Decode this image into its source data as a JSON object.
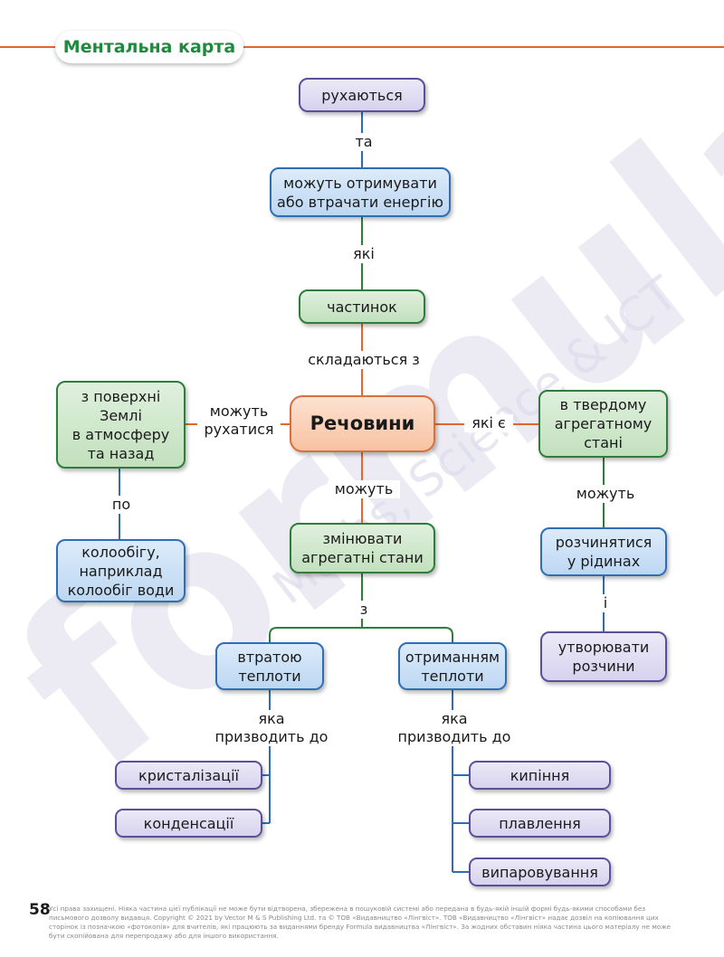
{
  "header": {
    "title": "Ментальна карта"
  },
  "watermark": {
    "text": "formula",
    "subtext": "Maths, Science & ICT"
  },
  "nodes": {
    "move": "рухаються",
    "gain_lose_energy": "можуть отримувати\nабо втрачати енергію",
    "particles": "частинок",
    "substances": "Речовини",
    "from_surface": "з поверхні\nЗемлі\nв атмосферу\nта назад",
    "water_cycle": "колообігу,\nнаприклад\nколообіг води",
    "solid_state": "в твердому\nагрегатному\nстані",
    "dissolve": "розчинятися\nу рідинах",
    "form_solutions": "утворювати\nрозчини",
    "change_states": "змінювати\nагрегатні стани",
    "heat_loss": "втратою\nтеплоти",
    "heat_gain": "отриманням\nтеплоти",
    "crystallization": "кристалізації",
    "condensation": "конденсації",
    "boiling": "кипіння",
    "melting": "плавлення",
    "evaporation": "випаровування"
  },
  "links": {
    "and": "та",
    "which": "які",
    "consist_of": "складаються з",
    "can_move": "можуть\nрухатися",
    "by": "по",
    "which_are": "які є",
    "can_right": "можуть",
    "and_right": "і",
    "can_center": "можуть",
    "with": "з",
    "leads_to_left": "яка\nпризводить до",
    "leads_to_right": "яка\nпризводить до"
  },
  "colors": {
    "accent_orange": "#e0672f",
    "line_blue": "#2f6db5",
    "line_green": "#2f7d3c",
    "title_green": "#1f8a3d"
  },
  "footer": {
    "page_number": "58",
    "copyright": "Усі права захищені. Ніяка частина цієї публікації не може бути відтворена, збережена в пошуковій системі або передана в будь-якій іншій формі будь-якими способами без письмового дозволу видавця. Copyright © 2021 by Vector M & S Publishing Ltd. та © ТОВ «Видавництво «Лінгвіст». ТОВ «Видавництво «Лінгвіст» надає дозвіл на копіювання цих сторінок із позначкою «фотокопія» для вчителів, які працюють за виданнями бренду Formula видавництва «Лінгвіст». За жодних обставин ніяка частина цього матеріалу не може бути скопійована для перепродажу або для іншого використання."
  }
}
